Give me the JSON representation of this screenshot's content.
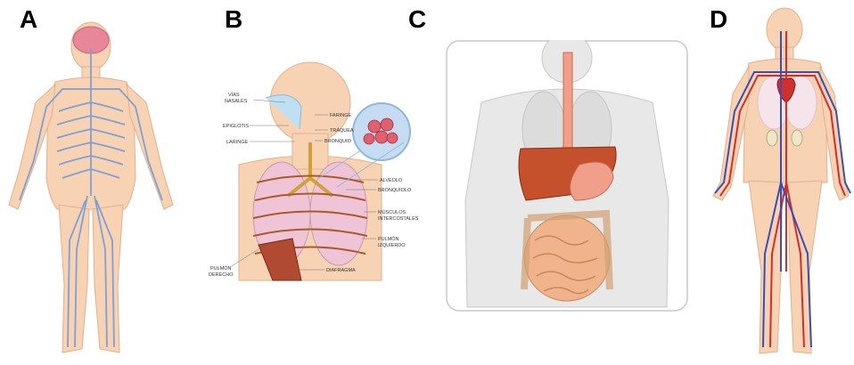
{
  "panels": {
    "a": {
      "letter": "A"
    },
    "b": {
      "letter": "B",
      "labels": {
        "vias_nasales_1": "VÍAS",
        "vias_nasales_2": "NASALES",
        "epiglotis": "EPIGLOTIS",
        "laringe": "LARINGE",
        "faringe": "FARINGE",
        "traquea": "TRÁQUEA",
        "bronquio": "BRONQUIO",
        "alveolo": "ALVÉOLO",
        "bronquiolo": "BRONQUIOLO",
        "musculos_1": "MÚSCULOS",
        "musculos_2": "INTERCOSTALES",
        "pulmon_izq_1": "PULMÓN",
        "pulmon_izq_2": "IZQUIERDO",
        "pulmon_der_1": "PULMÓN",
        "pulmon_der_2": "DERECHO",
        "diafragma": "DIAFRAGMA"
      }
    },
    "c": {
      "letter": "C"
    },
    "d": {
      "letter": "D"
    }
  },
  "colors": {
    "skin": "#f7d3b4",
    "nerve": "#7f9fd6",
    "brain": "#e8869a",
    "lung": "#eec4d6",
    "liver": "#c4502c",
    "intestine": "#f0b48c",
    "artery": "#d12e2e",
    "vein": "#3a4fb0"
  }
}
